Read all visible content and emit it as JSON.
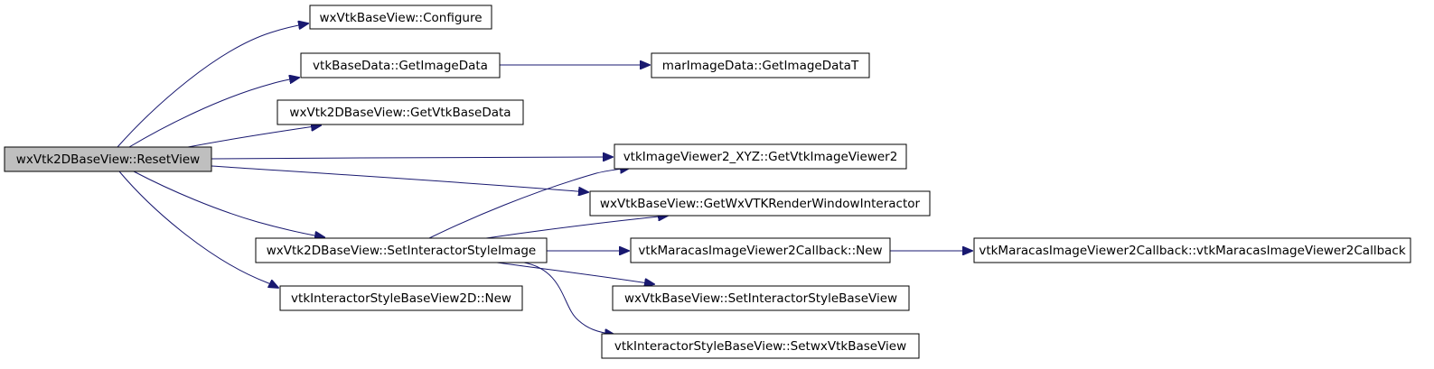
{
  "colors": {
    "edge": "#191970",
    "node_border": "#000000",
    "node_fill": "#ffffff",
    "root_fill": "#bfbfbf",
    "text": "#000000"
  },
  "nodes": {
    "root": "wxVtk2DBaseView::ResetView",
    "configure": "wxVtkBaseView::Configure",
    "get_image_data": "vtkBaseData::GetImageData",
    "get_image_data_t": "marImageData::GetImageDataT",
    "get_vtk_base_data": "wxVtk2DBaseView::GetVtkBaseData",
    "get_vtk_image_viewer2": "vtkImageViewer2_XYZ::GetVtkImageViewer2",
    "get_wx_vtk_rwi": "wxVtkBaseView::GetWxVTKRenderWindowInteractor",
    "set_interactor_style_image": "wxVtk2DBaseView::SetInteractorStyleImage",
    "callback_new": "vtkMaracasImageViewer2Callback::New",
    "callback_ctor": "vtkMaracasImageViewer2Callback::vtkMaracasImageViewer2Callback",
    "set_interactor_style_base_view": "wxVtkBaseView::SetInteractorStyleBaseView",
    "interactor_style_2d_new": "vtkInteractorStyleBaseView2D::New",
    "set_wx_vtk_base_view": "vtkInteractorStyleBaseView::SetwxVtkBaseView"
  },
  "edges": [
    [
      "root",
      "configure"
    ],
    [
      "root",
      "get_image_data"
    ],
    [
      "root",
      "get_vtk_base_data"
    ],
    [
      "root",
      "get_vtk_image_viewer2"
    ],
    [
      "root",
      "get_wx_vtk_rwi"
    ],
    [
      "root",
      "set_interactor_style_image"
    ],
    [
      "root",
      "interactor_style_2d_new"
    ],
    [
      "get_image_data",
      "get_image_data_t"
    ],
    [
      "set_interactor_style_image",
      "get_vtk_image_viewer2"
    ],
    [
      "set_interactor_style_image",
      "get_wx_vtk_rwi"
    ],
    [
      "set_interactor_style_image",
      "callback_new"
    ],
    [
      "set_interactor_style_image",
      "set_interactor_style_base_view"
    ],
    [
      "set_interactor_style_image",
      "set_wx_vtk_base_view"
    ],
    [
      "callback_new",
      "callback_ctor"
    ]
  ]
}
